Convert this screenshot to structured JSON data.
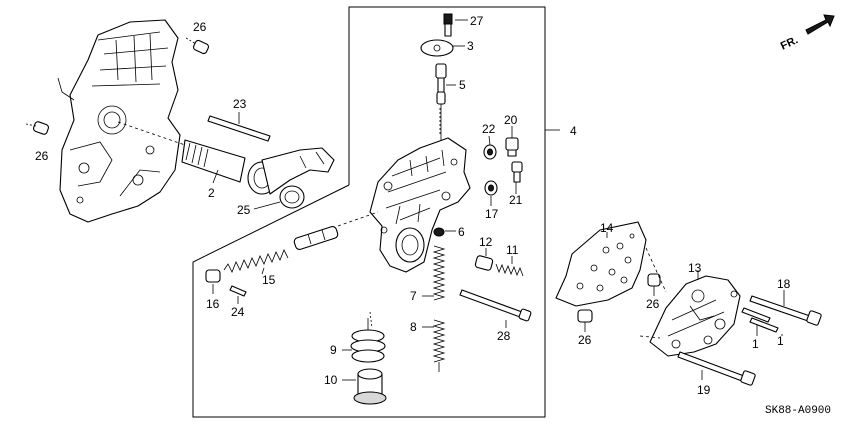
{
  "diagram": {
    "catalog_code": "SK88-A0900",
    "direction_label": "FR.",
    "callouts": {
      "c1a": "1",
      "c1b": "1",
      "c2": "2",
      "c3": "3",
      "c4": "4",
      "c5": "5",
      "c6": "6",
      "c7": "7",
      "c8": "8",
      "c9": "9",
      "c10": "10",
      "c11": "11",
      "c12": "12",
      "c13": "13",
      "c14": "14",
      "c15": "15",
      "c16": "16",
      "c17": "17",
      "c18": "18",
      "c19": "19",
      "c20": "20",
      "c21": "21",
      "c22": "22",
      "c23": "23",
      "c24": "24",
      "c25": "25",
      "c26a": "26",
      "c26b": "26",
      "c26c": "26",
      "c26d": "26",
      "c27": "27",
      "c28": "28"
    }
  }
}
